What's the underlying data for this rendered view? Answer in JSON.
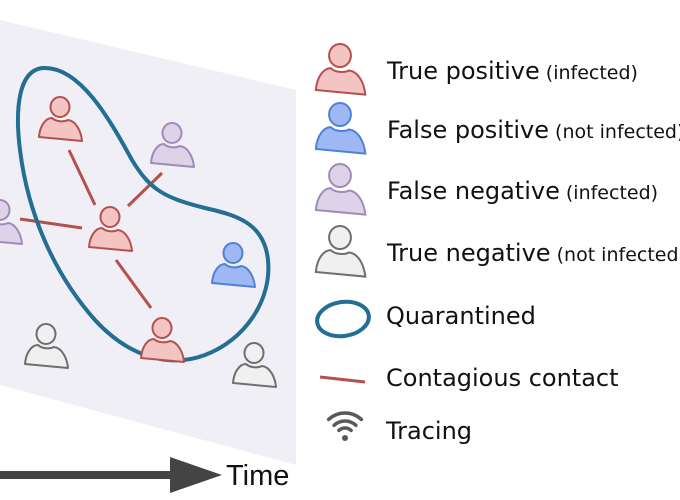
{
  "diagram": {
    "plane_color": "#f0eff6",
    "categories": {
      "true_positive": {
        "fill": "#f4c4c3",
        "stroke": "#b4514f"
      },
      "false_positive": {
        "fill": "#9db8f2",
        "stroke": "#4f82d6"
      },
      "false_negative": {
        "fill": "#ddd2e8",
        "stroke": "#a08bb8"
      },
      "true_negative": {
        "fill": "#f0f0f0",
        "stroke": "#6e6e6e"
      }
    },
    "quarantine_color": "#236e93",
    "contact_color": "#b4514f",
    "people": [
      {
        "id": "p1",
        "category": "true_positive"
      },
      {
        "id": "p2",
        "category": "false_negative"
      },
      {
        "id": "p3",
        "category": "true_positive"
      },
      {
        "id": "p4",
        "category": "false_negative"
      },
      {
        "id": "p5",
        "category": "false_positive"
      },
      {
        "id": "p6",
        "category": "true_positive"
      },
      {
        "id": "p7",
        "category": "true_negative"
      },
      {
        "id": "p8",
        "category": "true_negative"
      }
    ],
    "contacts": [
      [
        "p1",
        "p3"
      ],
      [
        "p2",
        "p3"
      ],
      [
        "p4",
        "p3"
      ],
      [
        "p3",
        "p6"
      ]
    ],
    "time_axis_label": "Time"
  },
  "legend": {
    "items": [
      {
        "icon": "person-icon",
        "category": "true_positive",
        "label": "True positive",
        "sublabel": "(infected)"
      },
      {
        "icon": "person-icon",
        "category": "false_positive",
        "label": "False positive",
        "sublabel": "(not infected)"
      },
      {
        "icon": "person-icon",
        "category": "false_negative",
        "label": "False negative",
        "sublabel": "(infected)"
      },
      {
        "icon": "person-icon",
        "category": "true_negative",
        "label": "True negative",
        "sublabel": "(not infected)"
      },
      {
        "icon": "quarantine-loop-icon",
        "label": "Quarantined"
      },
      {
        "icon": "contact-line-icon",
        "label": "Contagious contact"
      },
      {
        "icon": "wifi-icon",
        "label": "Tracing"
      }
    ]
  }
}
